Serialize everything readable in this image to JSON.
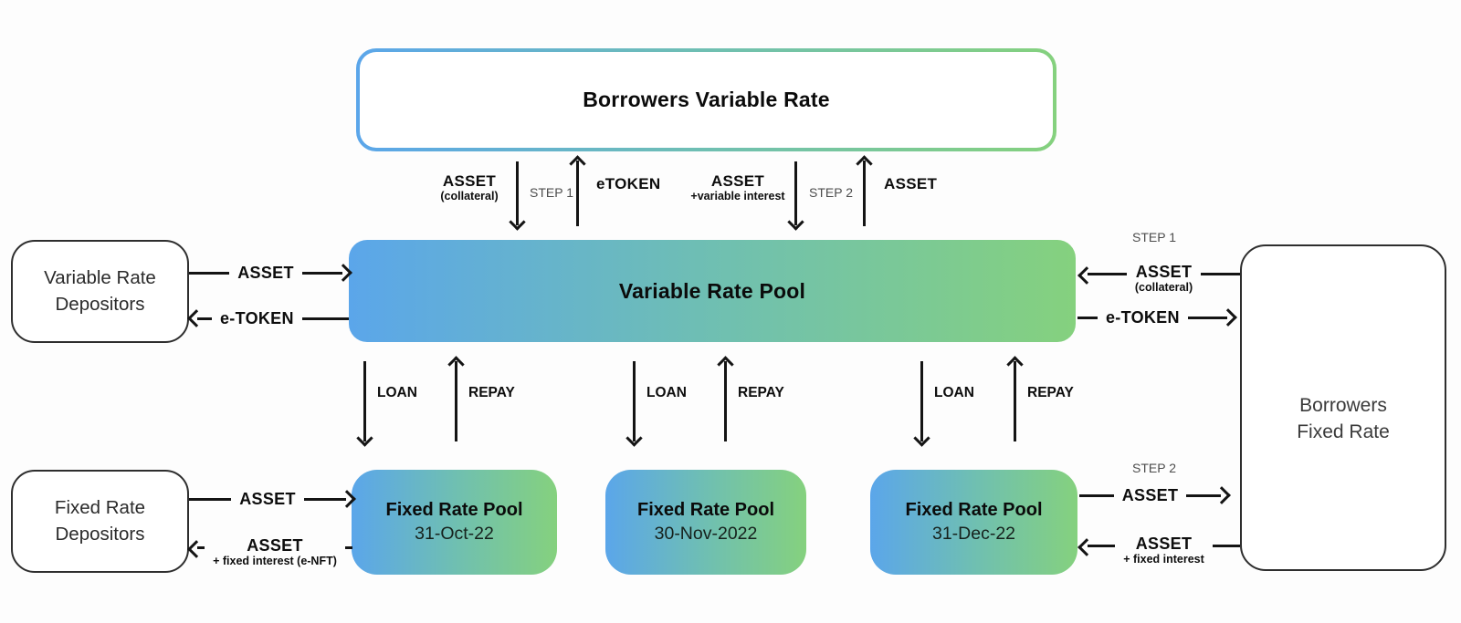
{
  "palette": {
    "gradient_blue": "#5BA6EA",
    "gradient_teal": "#6FBFB2",
    "gradient_green": "#85D17E",
    "arrow_black": "#141414",
    "step_gray": "#4d4d4d"
  },
  "boxes": {
    "borrowers_variable_rate": {
      "title": "Borrowers Variable Rate"
    },
    "variable_rate_pool": {
      "title": "Variable Rate Pool"
    },
    "variable_rate_depositors": {
      "title": "Variable Rate Depositors"
    },
    "fixed_rate_depositors": {
      "title": "Fixed Rate Depositors"
    },
    "borrowers_fixed_rate": {
      "title": "Borrowers Fixed Rate"
    },
    "fixed_rate_pools": [
      {
        "title": "Fixed Rate  Pool",
        "date": "31-Oct-22"
      },
      {
        "title": "Fixed Rate Pool",
        "date": "30-Nov-2022"
      },
      {
        "title": "Fixed Rate Pool",
        "date": "31-Dec-22"
      }
    ]
  },
  "flows": {
    "top_step1": {
      "down_label": "ASSET",
      "down_sublabel": "(collateral)",
      "step": "STEP 1",
      "up_label": "eTOKEN"
    },
    "top_step2": {
      "down_label": "ASSET",
      "down_sublabel": "+variable interest",
      "step": "STEP 2",
      "up_label": "ASSET"
    },
    "variable_depositor": {
      "in_label": "ASSET",
      "out_label": "e-TOKEN"
    },
    "fixed_borrower_step1": {
      "step": "STEP 1",
      "in_label": "ASSET",
      "in_sublabel": "(collateral)",
      "out_label": "e-TOKEN"
    },
    "fixed_depositor": {
      "in_label": "ASSET",
      "out_label": "ASSET",
      "out_sublabel": "+ fixed interest (e-NFT)"
    },
    "fixed_borrower_step2": {
      "step": "STEP 2",
      "out_label": "ASSET",
      "in_label": "ASSET",
      "in_sublabel": "+ fixed interest"
    },
    "loan_label": "LOAN",
    "repay_label": "REPAY"
  }
}
